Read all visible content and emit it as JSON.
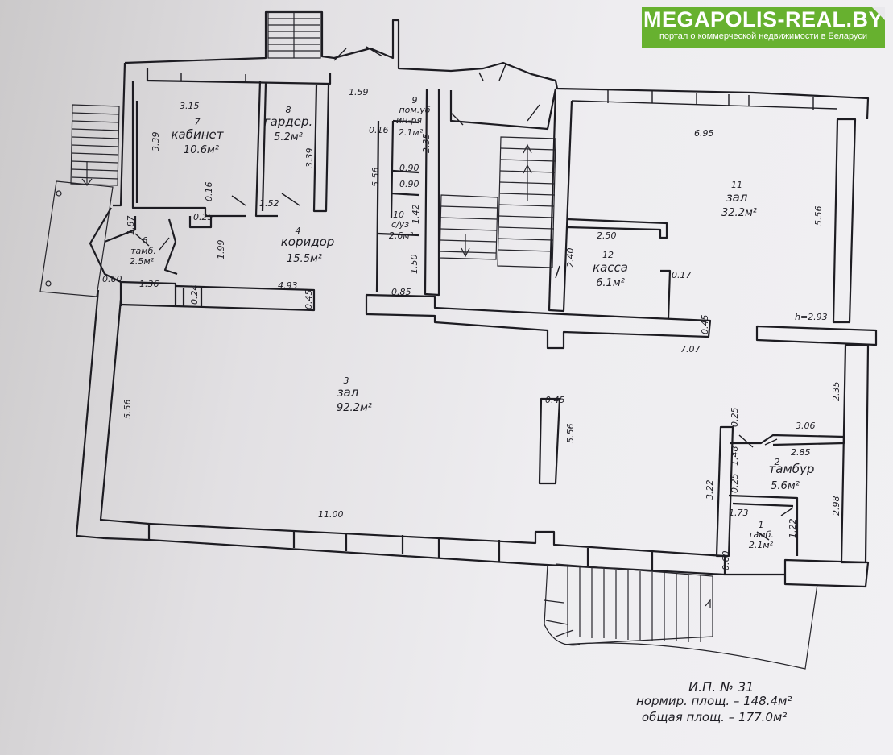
{
  "brand": {
    "title": "MEGAPOLIS-REAL.BY",
    "subtitle": "портал о коммерческой недвижимости в Беларуси",
    "color": "#67b12f"
  },
  "footer": {
    "id": "И.П. № 31",
    "norm_area": "нормир. площ. – 148.4м²",
    "total_area": "общая площ. – 177.0м²"
  },
  "rooms": [
    {
      "num": "1",
      "name": "тамб.",
      "area": "2.1м²"
    },
    {
      "num": "2",
      "name": "тамбур",
      "area": "5.6м²"
    },
    {
      "num": "3",
      "name": "зал",
      "area": "92.2м²"
    },
    {
      "num": "4",
      "name": "коридор",
      "area": "15.5м²"
    },
    {
      "num": "6",
      "name": "тамб.",
      "area": "2.5м²"
    },
    {
      "num": "7",
      "name": "кабинет",
      "area": "10.6м²"
    },
    {
      "num": "8",
      "name": "гардер.",
      "area": "5.2м²"
    },
    {
      "num": "9",
      "name": "пом.уб",
      "name2": "ин-ря",
      "area": "2.1м²"
    },
    {
      "num": "10",
      "name": "с/уз",
      "area": "2.6м²"
    },
    {
      "num": "11",
      "name": "зал",
      "area": "32.2м²"
    },
    {
      "num": "12",
      "name": "касса",
      "area": "6.1м²"
    }
  ],
  "dimensions": [
    "3.15",
    "3.39",
    "3.39",
    "0.16",
    "1.52",
    "1.59",
    "0.16",
    "2.35",
    "5.56",
    "0.90",
    "0.90",
    "0.25",
    "1.87",
    "1.99",
    "1.36",
    "0.60",
    "4.93",
    "0.45",
    "0.24",
    "1.42",
    "1.50",
    "0.85",
    "6.95",
    "5.56",
    "2.50",
    "2.40",
    "0.17",
    "h=2.93",
    "0.45",
    "7.07",
    "5.56",
    "0.45",
    "5.56",
    "2.35",
    "0.25",
    "3.06",
    "2.85",
    "1.48",
    "0.25",
    "3.22",
    "1.73",
    "1.22",
    "2.98",
    "0.60",
    "11.00"
  ]
}
